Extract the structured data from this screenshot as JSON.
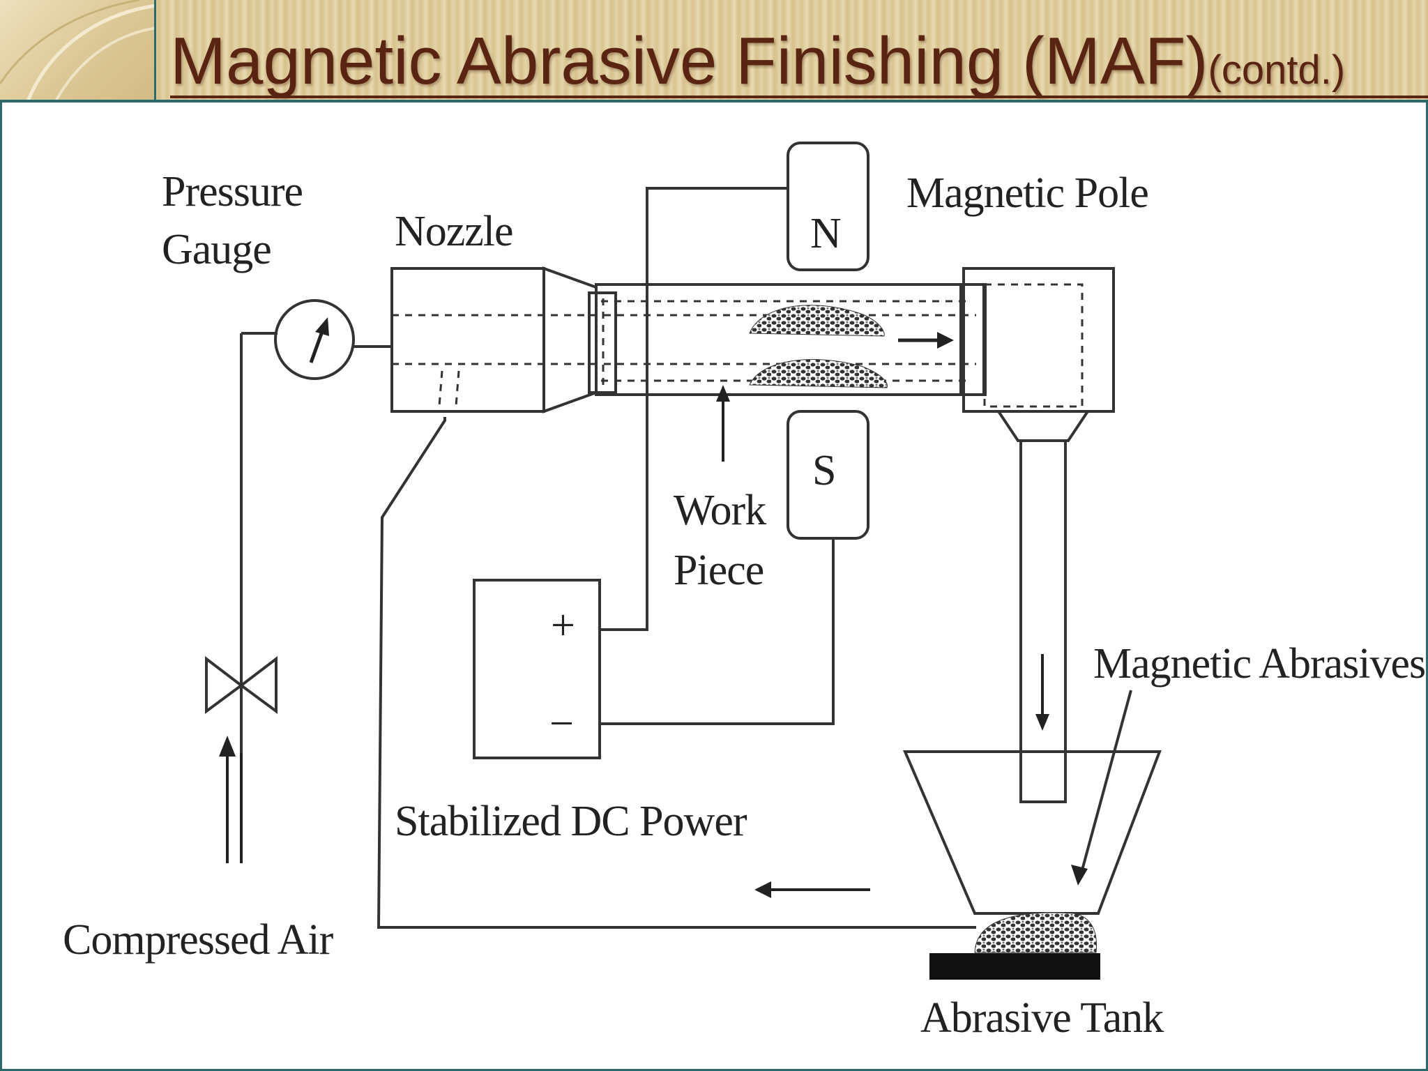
{
  "slide": {
    "title": "Magnetic Abrasive Finishing (MAF)",
    "title_suffix": "(contd.)"
  },
  "diagram": {
    "labels": {
      "pressure_gauge_line1": "Pressure",
      "pressure_gauge_line2": "Gauge",
      "nozzle": "Nozzle",
      "magnetic_pole": "Magnetic Pole",
      "pole_north": "N",
      "pole_south": "S",
      "work_piece_line1": "Work",
      "work_piece_line2": "Piece",
      "power_plus": "+",
      "power_minus": "−",
      "stabilized_dc_power": "Stabilized DC Power",
      "magnetic_abrasives": "Magnetic Abrasives",
      "compressed_air": "Compressed Air",
      "abrasive_tank": "Abrasive Tank"
    }
  },
  "colors": {
    "title": "#5a2412",
    "frame": "#2f6a6a",
    "ink": "#222222"
  }
}
